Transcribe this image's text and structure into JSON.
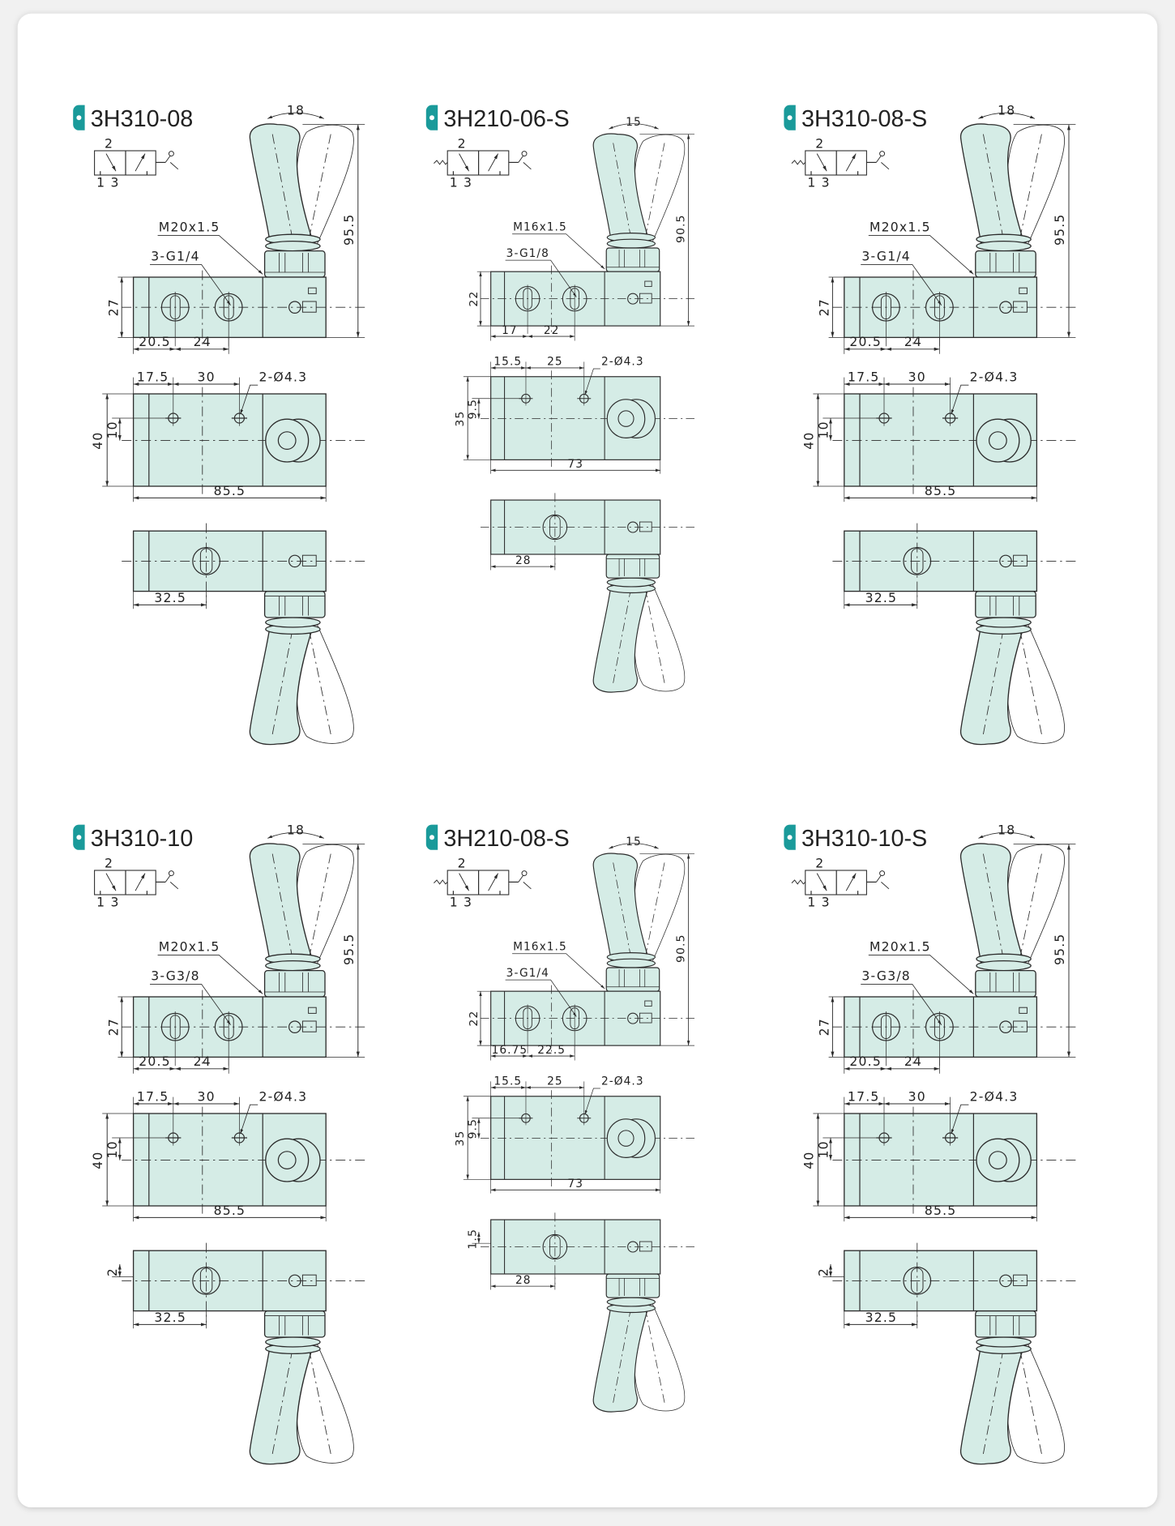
{
  "colors": {
    "body_fill": "#d5ece6",
    "line": "#2c2c2c",
    "accent": "#1a9a9a",
    "card": "#ffffff"
  },
  "panels": [
    {
      "title": "3H310-08",
      "spring": false,
      "compact": false,
      "symbol": {
        "port_top": "2",
        "ports_bottom": "1 3"
      },
      "front": {
        "angle": "18",
        "height_total": "95.5",
        "thread": "M20x1.5",
        "ports": "3-G1/4",
        "body_height": "27",
        "dim_a": "20.5",
        "dim_b": "24"
      },
      "top": {
        "dim_a": "17.5",
        "dim_b": "30",
        "holes": "2-Ø4.3",
        "width": "40",
        "offset": "10",
        "length": "85.5"
      },
      "bottom": {
        "offset": null,
        "dim": "32.5"
      }
    },
    {
      "title": "3H210-06-S",
      "spring": true,
      "compact": true,
      "symbol": {
        "port_top": "2",
        "ports_bottom": "1 3"
      },
      "front": {
        "angle": "15",
        "height_total": "90.5",
        "thread": "M16x1.5",
        "ports": "3-G1/8",
        "body_height": "22",
        "dim_a": "17",
        "dim_b": "22"
      },
      "top": {
        "dim_a": "15.5",
        "dim_b": "25",
        "holes": "2-Ø4.3",
        "width": "35",
        "offset": "9.5",
        "length": "73"
      },
      "bottom": {
        "offset": null,
        "dim": "28"
      }
    },
    {
      "title": "3H310-08-S",
      "spring": true,
      "compact": false,
      "symbol": {
        "port_top": "2",
        "ports_bottom": "1 3"
      },
      "front": {
        "angle": "18",
        "height_total": "95.5",
        "thread": "M20x1.5",
        "ports": "3-G1/4",
        "body_height": "27",
        "dim_a": "20.5",
        "dim_b": "24"
      },
      "top": {
        "dim_a": "17.5",
        "dim_b": "30",
        "holes": "2-Ø4.3",
        "width": "40",
        "offset": "10",
        "length": "85.5"
      },
      "bottom": {
        "offset": null,
        "dim": "32.5"
      }
    },
    {
      "title": "3H310-10",
      "spring": false,
      "compact": false,
      "symbol": {
        "port_top": "2",
        "ports_bottom": "1 3"
      },
      "front": {
        "angle": "18",
        "height_total": "95.5",
        "thread": "M20x1.5",
        "ports": "3-G3/8",
        "body_height": "27",
        "dim_a": "20.5",
        "dim_b": "24"
      },
      "top": {
        "dim_a": "17.5",
        "dim_b": "30",
        "holes": "2-Ø4.3",
        "width": "40",
        "offset": "10",
        "length": "85.5"
      },
      "bottom": {
        "offset": "2",
        "dim": "32.5"
      }
    },
    {
      "title": "3H210-08-S",
      "spring": true,
      "compact": true,
      "symbol": {
        "port_top": "2",
        "ports_bottom": "1 3"
      },
      "front": {
        "angle": "15",
        "height_total": "90.5",
        "thread": "M16x1.5",
        "ports": "3-G1/4",
        "body_height": "22",
        "dim_a": "16.75",
        "dim_b": "22.5"
      },
      "top": {
        "dim_a": "15.5",
        "dim_b": "25",
        "holes": "2-Ø4.3",
        "width": "35",
        "offset": "9.5",
        "length": "73"
      },
      "bottom": {
        "offset": "1.5",
        "dim": "28"
      }
    },
    {
      "title": "3H310-10-S",
      "spring": true,
      "compact": false,
      "symbol": {
        "port_top": "2",
        "ports_bottom": "1 3"
      },
      "front": {
        "angle": "18",
        "height_total": "95.5",
        "thread": "M20x1.5",
        "ports": "3-G3/8",
        "body_height": "27",
        "dim_a": "20.5",
        "dim_b": "24"
      },
      "top": {
        "dim_a": "17.5",
        "dim_b": "30",
        "holes": "2-Ø4.3",
        "width": "40",
        "offset": "10",
        "length": "85.5"
      },
      "bottom": {
        "offset": "2",
        "dim": "32.5"
      }
    }
  ]
}
